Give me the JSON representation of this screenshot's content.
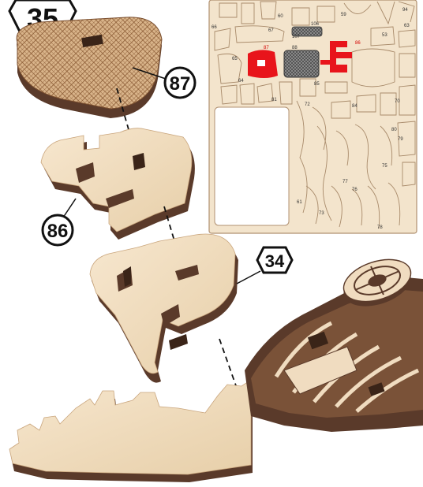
{
  "step": {
    "number": "35"
  },
  "callouts": [
    {
      "id": "part-87",
      "label": "87"
    },
    {
      "id": "part-86",
      "label": "86"
    },
    {
      "id": "step-34",
      "label": "34"
    }
  ],
  "sheet_numbers": {
    "n94": "94",
    "n60": "60",
    "n106": "106",
    "n59": "59",
    "n66": "66",
    "n67": "67",
    "n107": "107",
    "n53": "53",
    "n65": "65",
    "n87": "87",
    "n86": "86",
    "n88": "88",
    "n64": "64",
    "n85": "85",
    "n81": "81",
    "n72": "72",
    "n84": "84",
    "n80": "80",
    "n79": "79",
    "n75": "75",
    "n78": "78",
    "n77": "77",
    "n73": "73",
    "n76": "76",
    "n70": "70",
    "n61": "61",
    "n63": "63"
  },
  "colors": {
    "wood_face": "#f0dcc0",
    "wood_edge": "#5a3a2a",
    "highlight": "#e8141b",
    "sheet": "#f3e4cc"
  }
}
